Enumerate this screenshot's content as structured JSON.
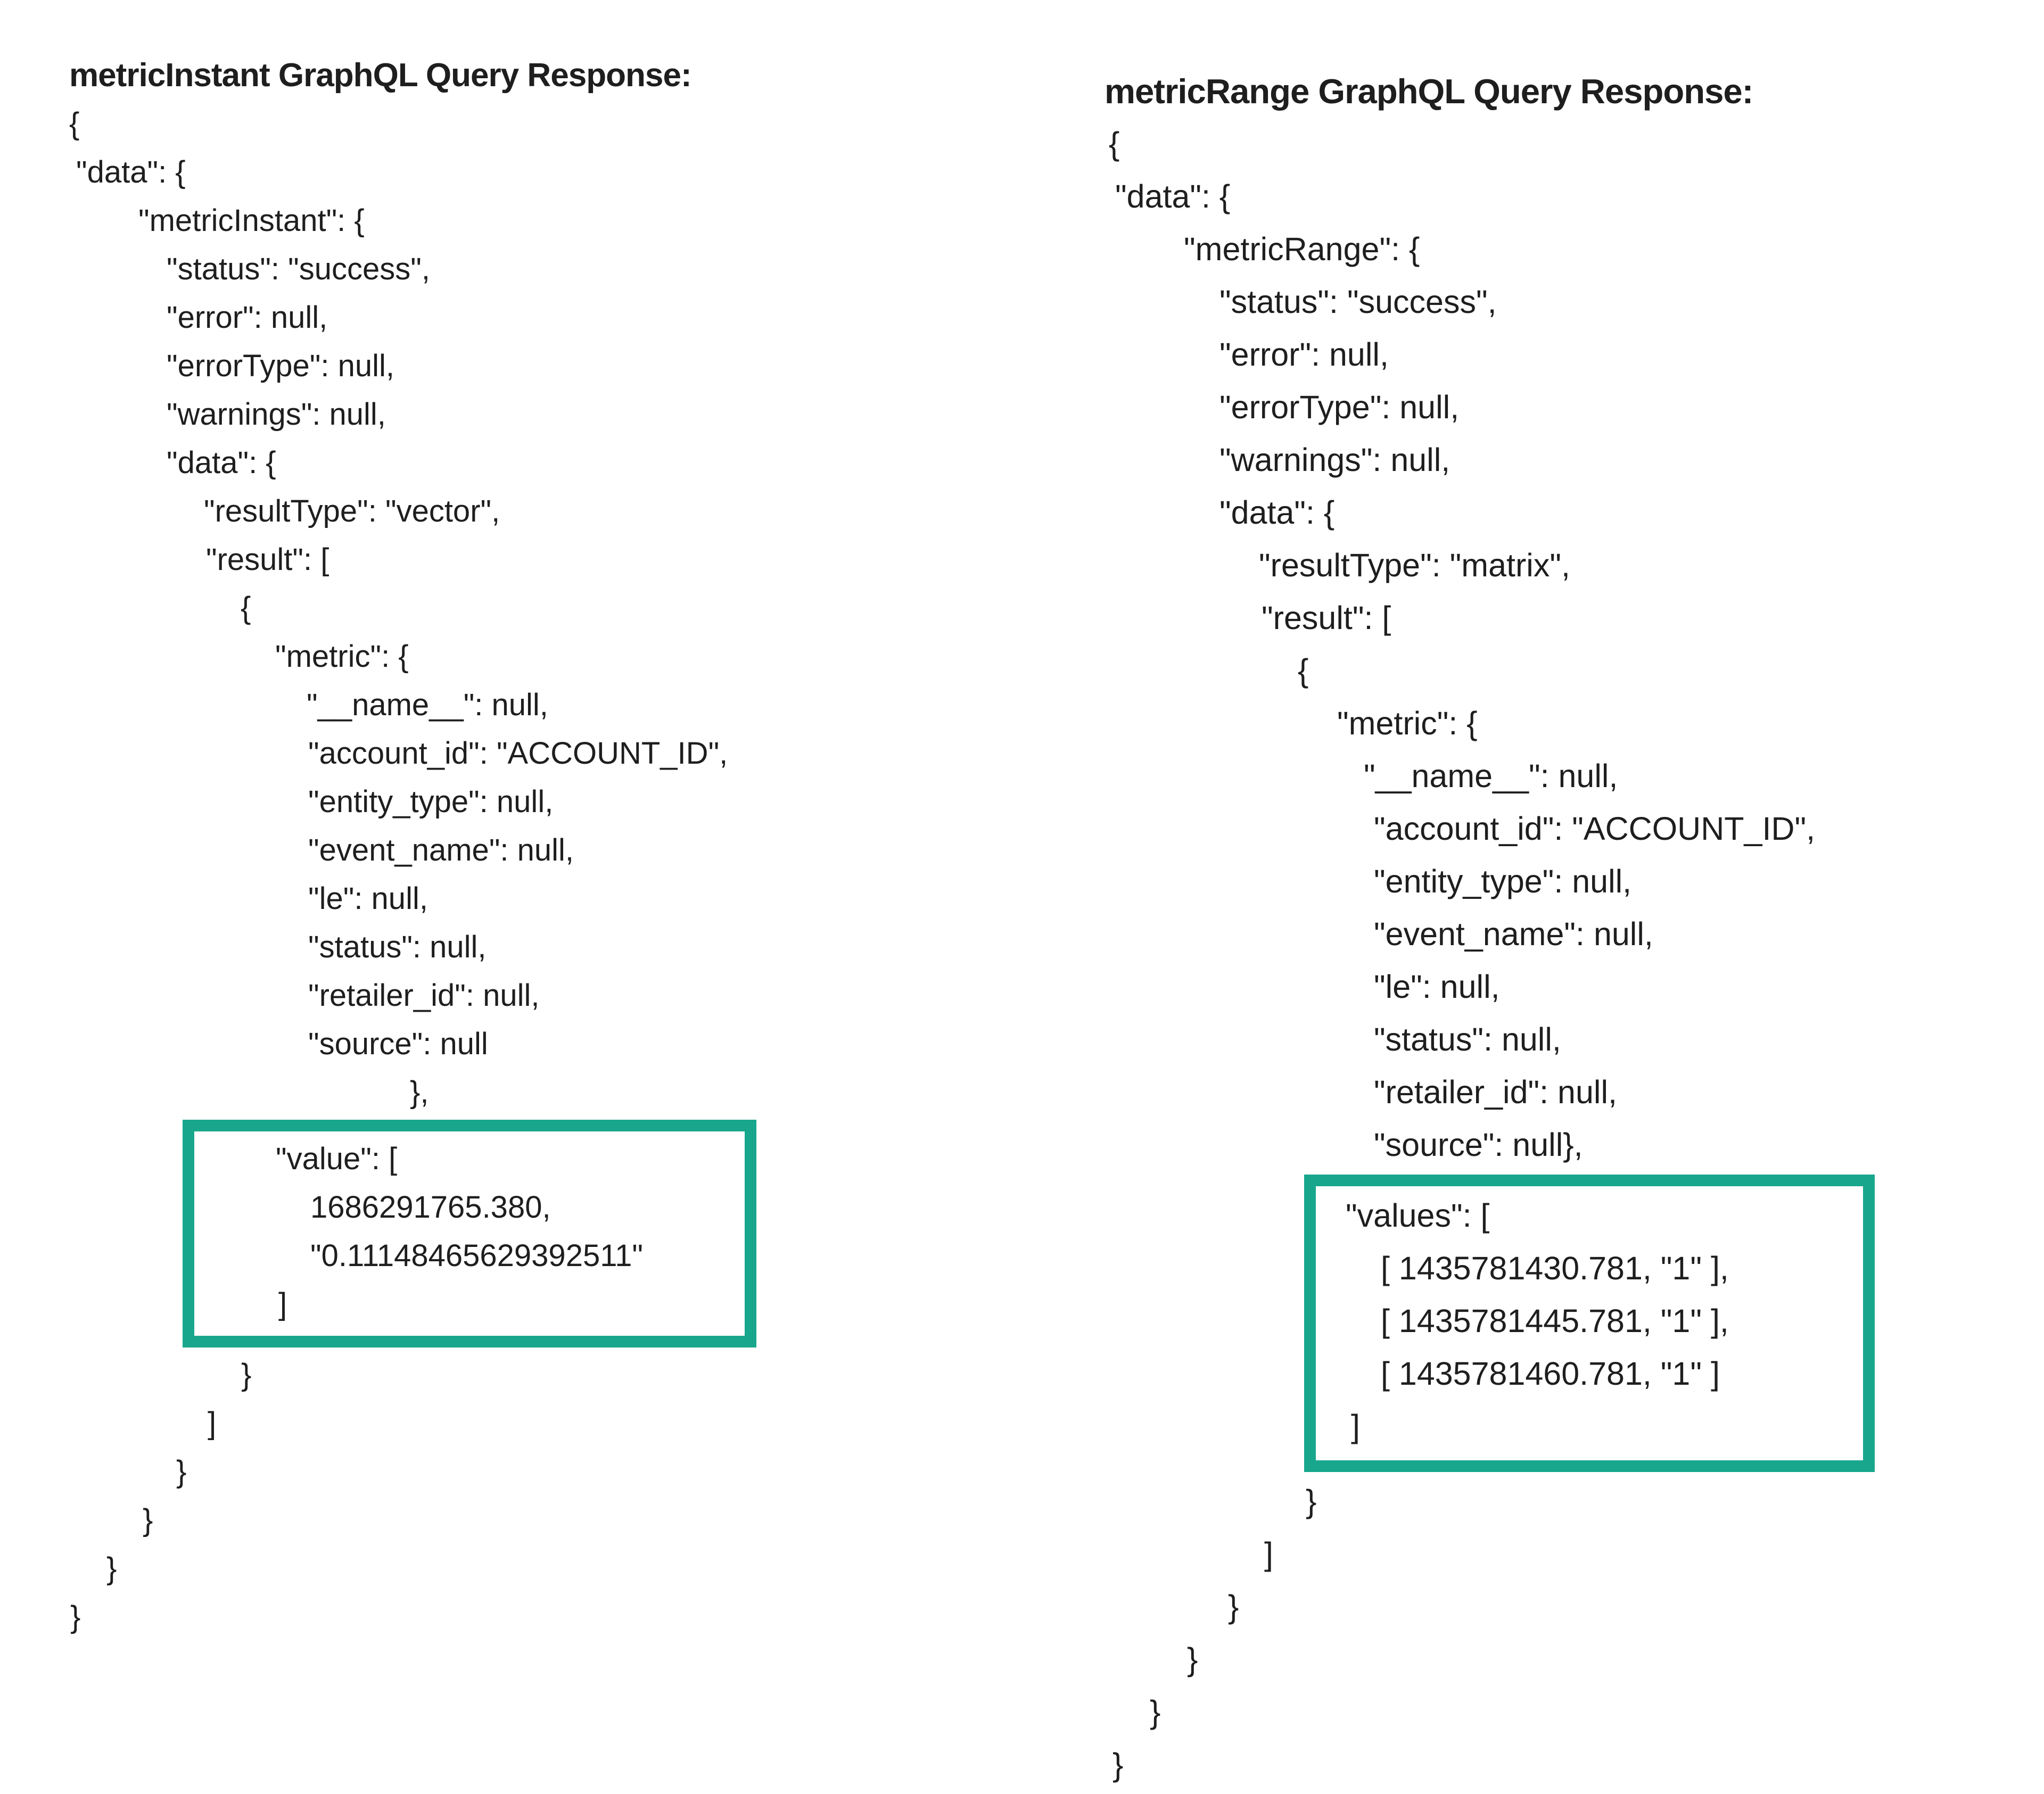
{
  "page": {
    "background": "#ffffff",
    "text_color": "#1e1e1e",
    "highlight_border_color": "#18a78c"
  },
  "columns": [
    {
      "title": "metricInstant GraphQL Query Response:",
      "segments": [
        {
          "name": "metric-instant-json-top",
          "type": "lines",
          "lines": [
            {
              "text": "{",
              "indent": 0
            },
            {
              "text": "\"data\": {",
              "indent": 13
            },
            {
              "text": "\"metricInstant\": {",
              "indent": 130
            },
            {
              "text": "\"status\": \"success\",",
              "indent": 183
            },
            {
              "text": "\"error\": null,",
              "indent": 183
            },
            {
              "text": "\"errorType\": null,",
              "indent": 183
            },
            {
              "text": "\"warnings\": null,",
              "indent": 183
            },
            {
              "text": "\"data\": {",
              "indent": 183
            },
            {
              "text": "\"resultType\": \"vector\",",
              "indent": 253
            },
            {
              "text": "\"result\": [",
              "indent": 257
            },
            {
              "text": "{",
              "indent": 322
            },
            {
              "text": "\"metric\": {",
              "indent": 387
            },
            {
              "text": "\"__name__\": null,",
              "indent": 446
            },
            {
              "text": "\"account_id\": \"ACCOUNT_ID\",",
              "indent": 449
            },
            {
              "text": "\"entity_type\": null,",
              "indent": 449
            },
            {
              "text": "\"event_name\": null,",
              "indent": 449
            },
            {
              "text": "\"le\": null,",
              "indent": 449
            },
            {
              "text": "\"status\": null,",
              "indent": 449
            },
            {
              "text": "\"retailer_id\": null,",
              "indent": 449
            },
            {
              "text": "\"source\": null",
              "indent": 449
            },
            {
              "text": "},",
              "indent": 640
            }
          ]
        },
        {
          "name": "value-highlight-box",
          "type": "highlight-box",
          "lines": [
            {
              "text": "\"value\": [",
              "indent": 153
            },
            {
              "text": "1686291765.380,",
              "indent": 218
            },
            {
              "text": "\"0.11148465629392511\"",
              "indent": 218
            },
            {
              "text": "]",
              "indent": 158
            }
          ]
        },
        {
          "name": "metric-instant-json-bottom",
          "type": "lines",
          "lines": [
            {
              "text": "}",
              "indent": 323
            },
            {
              "text": "]",
              "indent": 260
            },
            {
              "text": "}",
              "indent": 201
            },
            {
              "text": "}",
              "indent": 138
            },
            {
              "text": "}",
              "indent": 70
            },
            {
              "text": "}",
              "indent": 2
            }
          ]
        }
      ]
    },
    {
      "title": "metricRange GraphQL Query Response:",
      "segments": [
        {
          "name": "metric-range-json-top",
          "type": "lines",
          "lines": [
            {
              "text": "{",
              "indent": 8
            },
            {
              "text": "\"data\": {",
              "indent": 20
            },
            {
              "text": "\"metricRange\": {",
              "indent": 149
            },
            {
              "text": "\"status\": \"success\",",
              "indent": 216
            },
            {
              "text": "\"error\": null,",
              "indent": 216
            },
            {
              "text": "\"errorType\": null,",
              "indent": 216
            },
            {
              "text": "\"warnings\": null,",
              "indent": 216
            },
            {
              "text": "\"data\": {",
              "indent": 216
            },
            {
              "text": "\"resultType\": \"matrix\",",
              "indent": 290
            },
            {
              "text": "\"result\": [",
              "indent": 295
            },
            {
              "text": "{",
              "indent": 363
            },
            {
              "text": "\"metric\": {",
              "indent": 437
            },
            {
              "text": "\"__name__\": null,",
              "indent": 487
            },
            {
              "text": "\"account_id\": \"ACCOUNT_ID\",",
              "indent": 506
            },
            {
              "text": "\"entity_type\": null,",
              "indent": 506
            },
            {
              "text": "\"event_name\": null,",
              "indent": 506
            },
            {
              "text": "\"le\": null,",
              "indent": 506
            },
            {
              "text": "\"status\": null,",
              "indent": 506
            },
            {
              "text": "\"retailer_id\": null,",
              "indent": 506
            },
            {
              "text": "\"source\": null},",
              "indent": 506
            }
          ]
        },
        {
          "name": "values-highlight-box",
          "type": "highlight-box",
          "lines": [
            {
              "text": "\"values\": [",
              "indent": 56
            },
            {
              "text": "[ 1435781430.781, \"1\" ],",
              "indent": 122
            },
            {
              "text": "[ 1435781445.781, \"1\" ],",
              "indent": 122
            },
            {
              "text": "[ 1435781460.781, \"1\" ]",
              "indent": 122
            },
            {
              "text": "]",
              "indent": 66
            }
          ]
        },
        {
          "name": "metric-range-json-bottom",
          "type": "lines",
          "lines": [
            {
              "text": "}",
              "indent": 378
            },
            {
              "text": "]",
              "indent": 300
            },
            {
              "text": "}",
              "indent": 232
            },
            {
              "text": "}",
              "indent": 155
            },
            {
              "text": "}",
              "indent": 85
            },
            {
              "text": "}",
              "indent": 15
            }
          ]
        }
      ]
    }
  ]
}
